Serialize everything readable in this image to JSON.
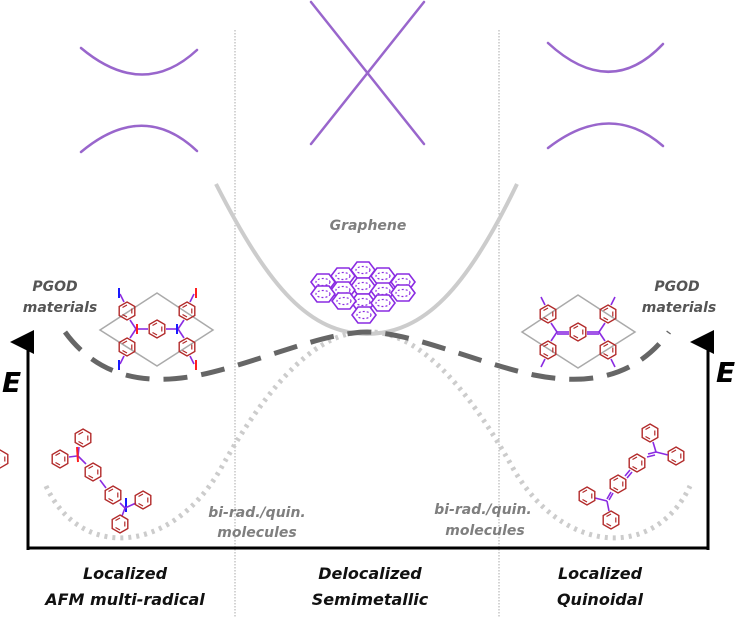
{
  "axis": {
    "left_label": "E",
    "right_label": "E"
  },
  "labels": {
    "graphene": "Graphene",
    "pgod_left_line1": "PGOD",
    "pgod_left_line2": "materials",
    "pgod_right_line1": "PGOD",
    "pgod_right_line2": "materials",
    "molecules_left_line1": "bi-rad./quin.",
    "molecules_left_line2": "molecules",
    "molecules_right_line1": "bi-rad./quin.",
    "molecules_right_line2": "molecules"
  },
  "regions": [
    {
      "line1": "Localized",
      "line2": "AFM multi-radical"
    },
    {
      "line1": "Delocalized",
      "line2": "Semimetallic"
    },
    {
      "line1": "Localized",
      "line2": "Quinoidal"
    }
  ],
  "band_structures": [
    {
      "region": "left",
      "type": "gapped"
    },
    {
      "region": "center",
      "type": "dirac-cone"
    },
    {
      "region": "right",
      "type": "gapped"
    }
  ],
  "colors": {
    "bands": "#9966cc",
    "graphene_curve": "#cccccc",
    "pgod_curve": "#666666",
    "molecule_curve": "#cccccc",
    "rings": "#b22a2a",
    "bonds": "#8a2be2",
    "spin_up": "#ff2020",
    "spin_down": "#1a1aff"
  }
}
